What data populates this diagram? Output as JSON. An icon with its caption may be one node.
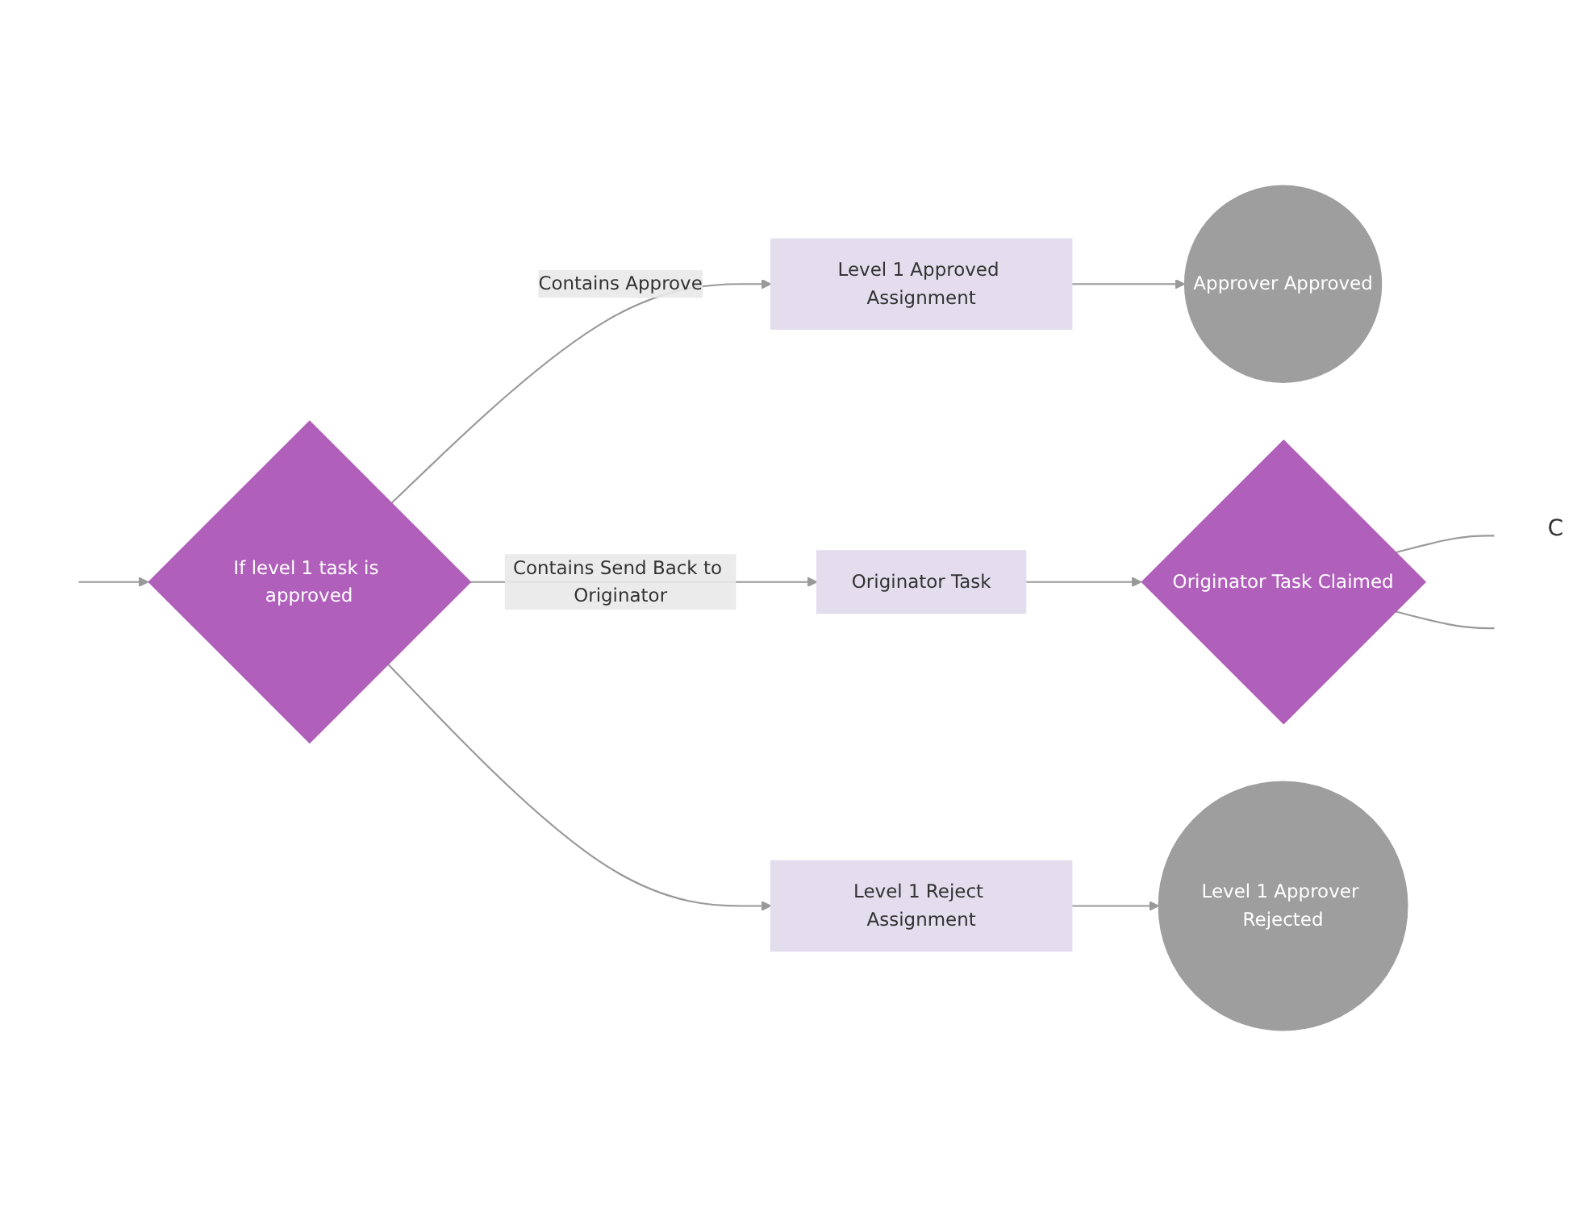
{
  "diagram": {
    "nodes": [
      {
        "text": [
          "If level 1 task is approved"
        ]
      },
      {
        "text": [
          "Level 1 Approved Assignment"
        ]
      },
      {
        "text": [
          "Approver Approved"
        ]
      },
      {
        "text": [
          "Originator Task"
        ]
      },
      {
        "text": [
          "Originator Task Claimed"
        ]
      },
      {
        "text": [
          "Level 1 Reject Assignment"
        ]
      },
      {
        "text": [
          "Level 1 Approver Rejected"
        ]
      }
    ],
    "edges": [
      {
        "from": null,
        "to": 0,
        "arrow": "to"
      },
      {
        "from": 0,
        "to": 1,
        "label": "Contains Approve",
        "arrow": "to"
      },
      {
        "from": 1,
        "to": 2,
        "arrow": "to"
      },
      {
        "from": 0,
        "to": 3,
        "label": "Contains Send Back to Originator",
        "arrow": "to"
      },
      {
        "from": 3,
        "to": 4,
        "arrow": "to"
      },
      {
        "from": 0,
        "to": 5,
        "arrow": "to"
      },
      {
        "from": 5,
        "to": 6,
        "arrow": "to"
      },
      {
        "from": 4,
        "to": null,
        "arrow": "none"
      },
      {
        "from": 4,
        "to": null,
        "arrow": "none"
      }
    ],
    "labels": [
      "C"
    ]
  }
}
